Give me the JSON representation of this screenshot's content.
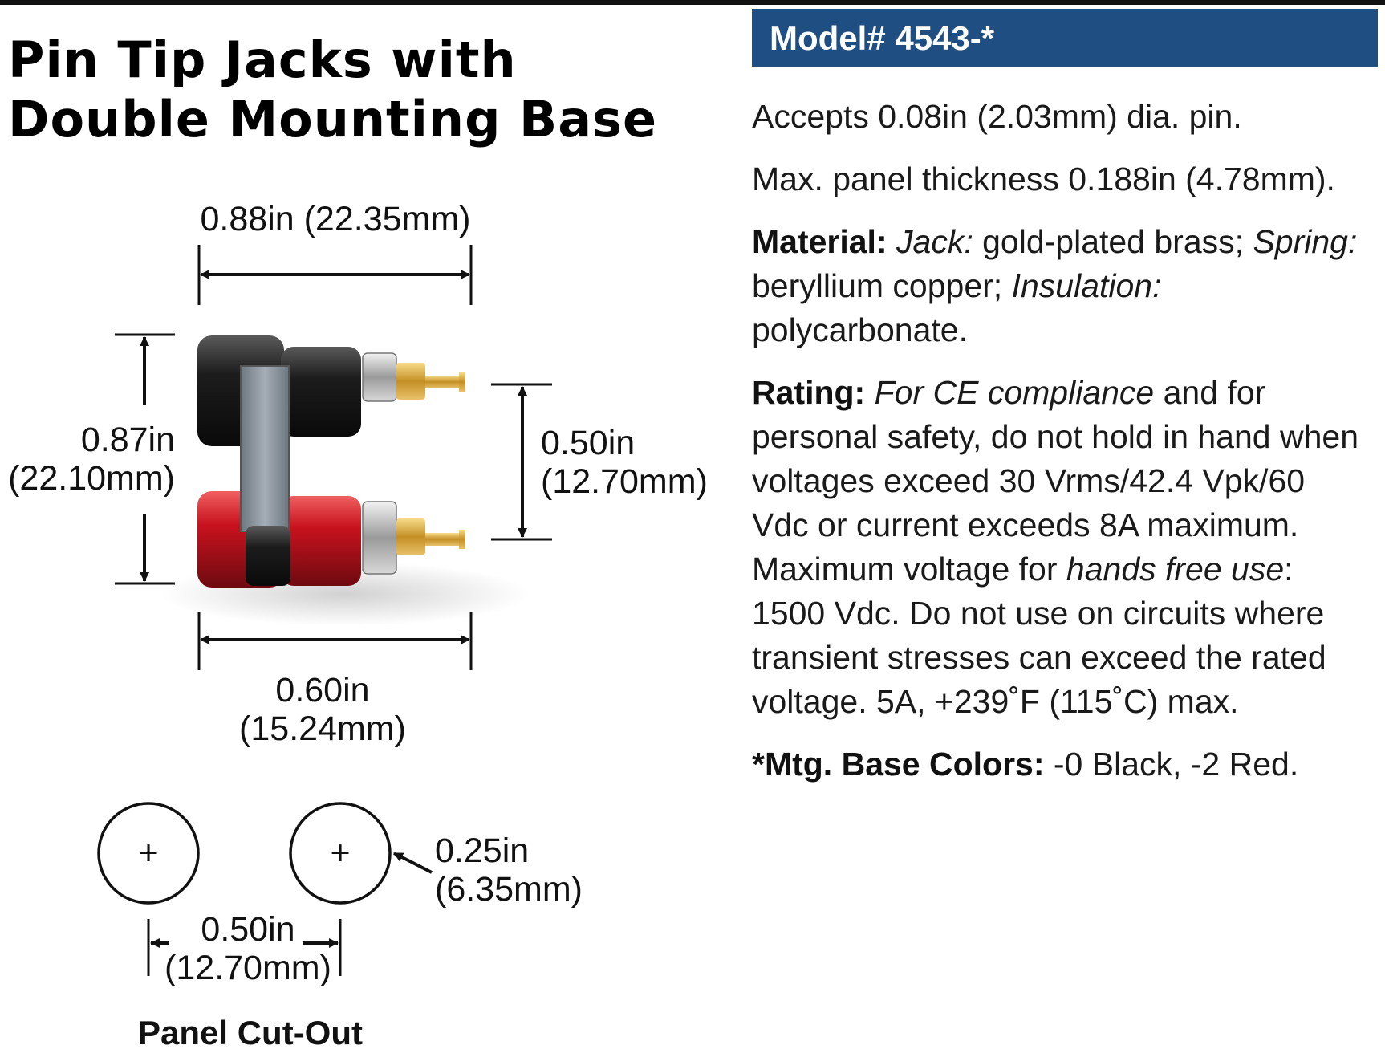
{
  "title": {
    "line1": "Pin Tip Jacks with",
    "line2": "Double Mounting Base"
  },
  "model": "Model# 4543-*",
  "specs": {
    "accepts": "Accepts 0.08in (2.03mm) dia. pin.",
    "panel": "Max. panel thickness 0.188in (4.78mm).",
    "material": {
      "label": "Material:",
      "jack_label": "Jack:",
      "jack_value": " gold-plated brass;",
      "spring_label": "Spring:",
      "spring_value": " beryllium copper; ",
      "insulation_label": "Insulation:",
      "insulation_value": " polycarbonate."
    },
    "rating": {
      "label": "Rating:",
      "ce": "For CE compliance",
      "text1": " and for personal safety, do not hold in hand when voltages exceed 30 Vrms/42.4 Vpk/60 Vdc or current exceeds 8A maximum. Maximum voltage for ",
      "hands_free": "hands free use",
      "text2": ": 1500 Vdc. Do not use on circuits where transient stresses can exceed the rated voltage. 5A, +239˚F (115˚C) max."
    },
    "colors": {
      "label": "*Mtg. Base Colors:",
      "value": " -0 Black, -2 Red."
    }
  },
  "dimensions": {
    "width_top": "0.88in (22.35mm)",
    "height_left_in": "0.87in",
    "height_left_mm": "(22.10mm)",
    "spacing_right_in": "0.50in",
    "spacing_right_mm": "(12.70mm)",
    "width_bottom_in": "0.60in",
    "width_bottom_mm": "(15.24mm)"
  },
  "cutout": {
    "title": "Panel Cut-Out",
    "hole_in": "0.25in",
    "hole_mm": "(6.35mm)",
    "spacing_in": "0.50in",
    "spacing_mm": "(12.70mm)",
    "plus": "+"
  },
  "colors": {
    "model_bar": "#1f4e82",
    "jack_black": "#1a1a1a",
    "jack_red": "#c8121e",
    "insulator_gray": "#8f9aa3",
    "pin_gold": "#d6a63a"
  }
}
